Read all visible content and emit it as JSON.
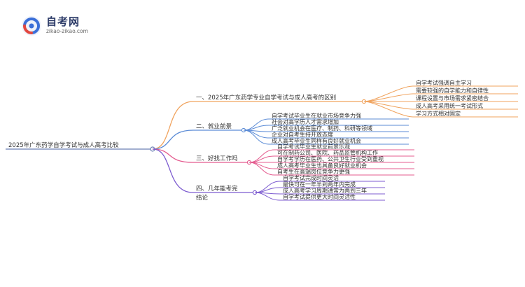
{
  "logo": {
    "name": "自考网",
    "url": "zikao-zikao.com"
  },
  "mindmap": {
    "root": "2025年广东药学自学考试与成人高考比较",
    "branches": [
      {
        "label": "一、2025年广东药学专业自学考试与成人高考的区别",
        "color": "#f0a35e",
        "children": [
          "自学考试强调自主学习",
          "需要较强的自学能力和自律性",
          "课程设置与市场需求紧密结合",
          "成人高考采用统一考试形式",
          "学习方式相对固定"
        ]
      },
      {
        "label": "二、就业前景",
        "color": "#5b8bd6",
        "children": [
          "自学考试毕业生在就业市场竞争力强",
          "社会对高学历人才需求增加",
          "广泛就业机会在医疗、制药、科研等领域",
          "企业对自考生持开放态度",
          "成人高考毕业生同样有良好就业机会"
        ]
      },
      {
        "label": "三、好找工作吗",
        "color": "#e45b8f",
        "children": [
          "自学考试毕业生就业前景乐观",
          "可在制药公司、医院、药品监管机构工作",
          "自学考学历在医药、公共卫生行业受到重视",
          "成人高考毕业生也具备良好就业机会",
          "自考生在高端岗位竞争力更强"
        ]
      },
      {
        "label": "四、几年能考完",
        "sublabel": "结论",
        "color": "#7c5bd0",
        "children": [
          "自学考试完成时间灵活",
          "最快可在一年半到两年内完成",
          "成人高考学习周期通常为两到三年",
          "自学考试提供更大时间灵活性"
        ]
      }
    ]
  }
}
